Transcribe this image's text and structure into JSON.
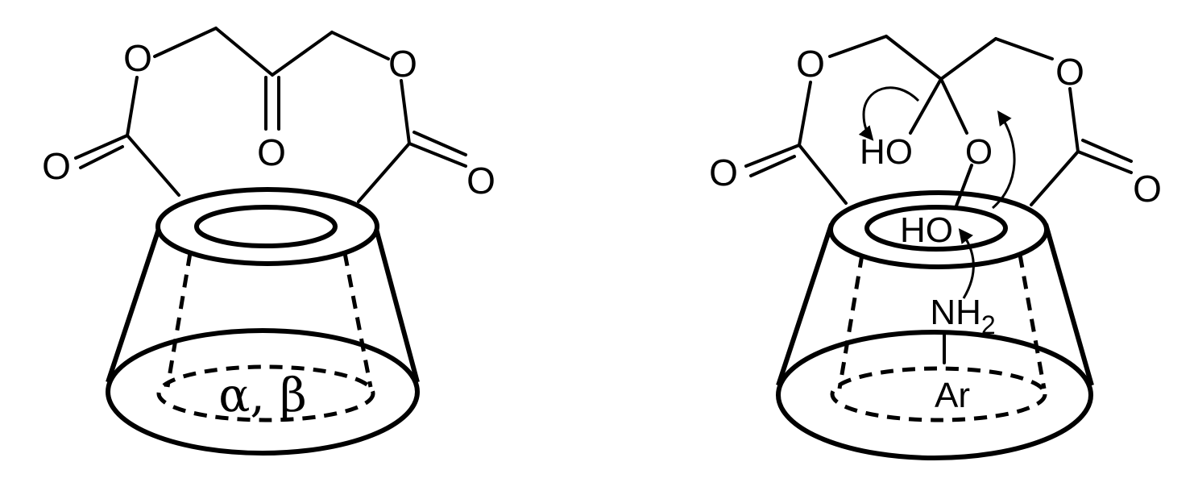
{
  "left_structure": {
    "ester_oxygen_left": "O",
    "ester_oxygen_right": "O",
    "carbonyl_oxygen_left": "O",
    "carbonyl_oxygen_right": "O",
    "ketone_oxygen": "O",
    "cavity_label": "α, β"
  },
  "right_structure": {
    "ester_oxygen_left": "O",
    "ester_oxygen_right": "O",
    "carbonyl_oxygen_left": "O",
    "carbonyl_oxygen_right": "O",
    "hemiketal_hydroxyl": "HO",
    "alkoxide_oxygen": "O",
    "rim_hydroxyl": "HO",
    "amine_label": "NH",
    "amine_subscript": "2",
    "aryl_label": "Ar"
  }
}
